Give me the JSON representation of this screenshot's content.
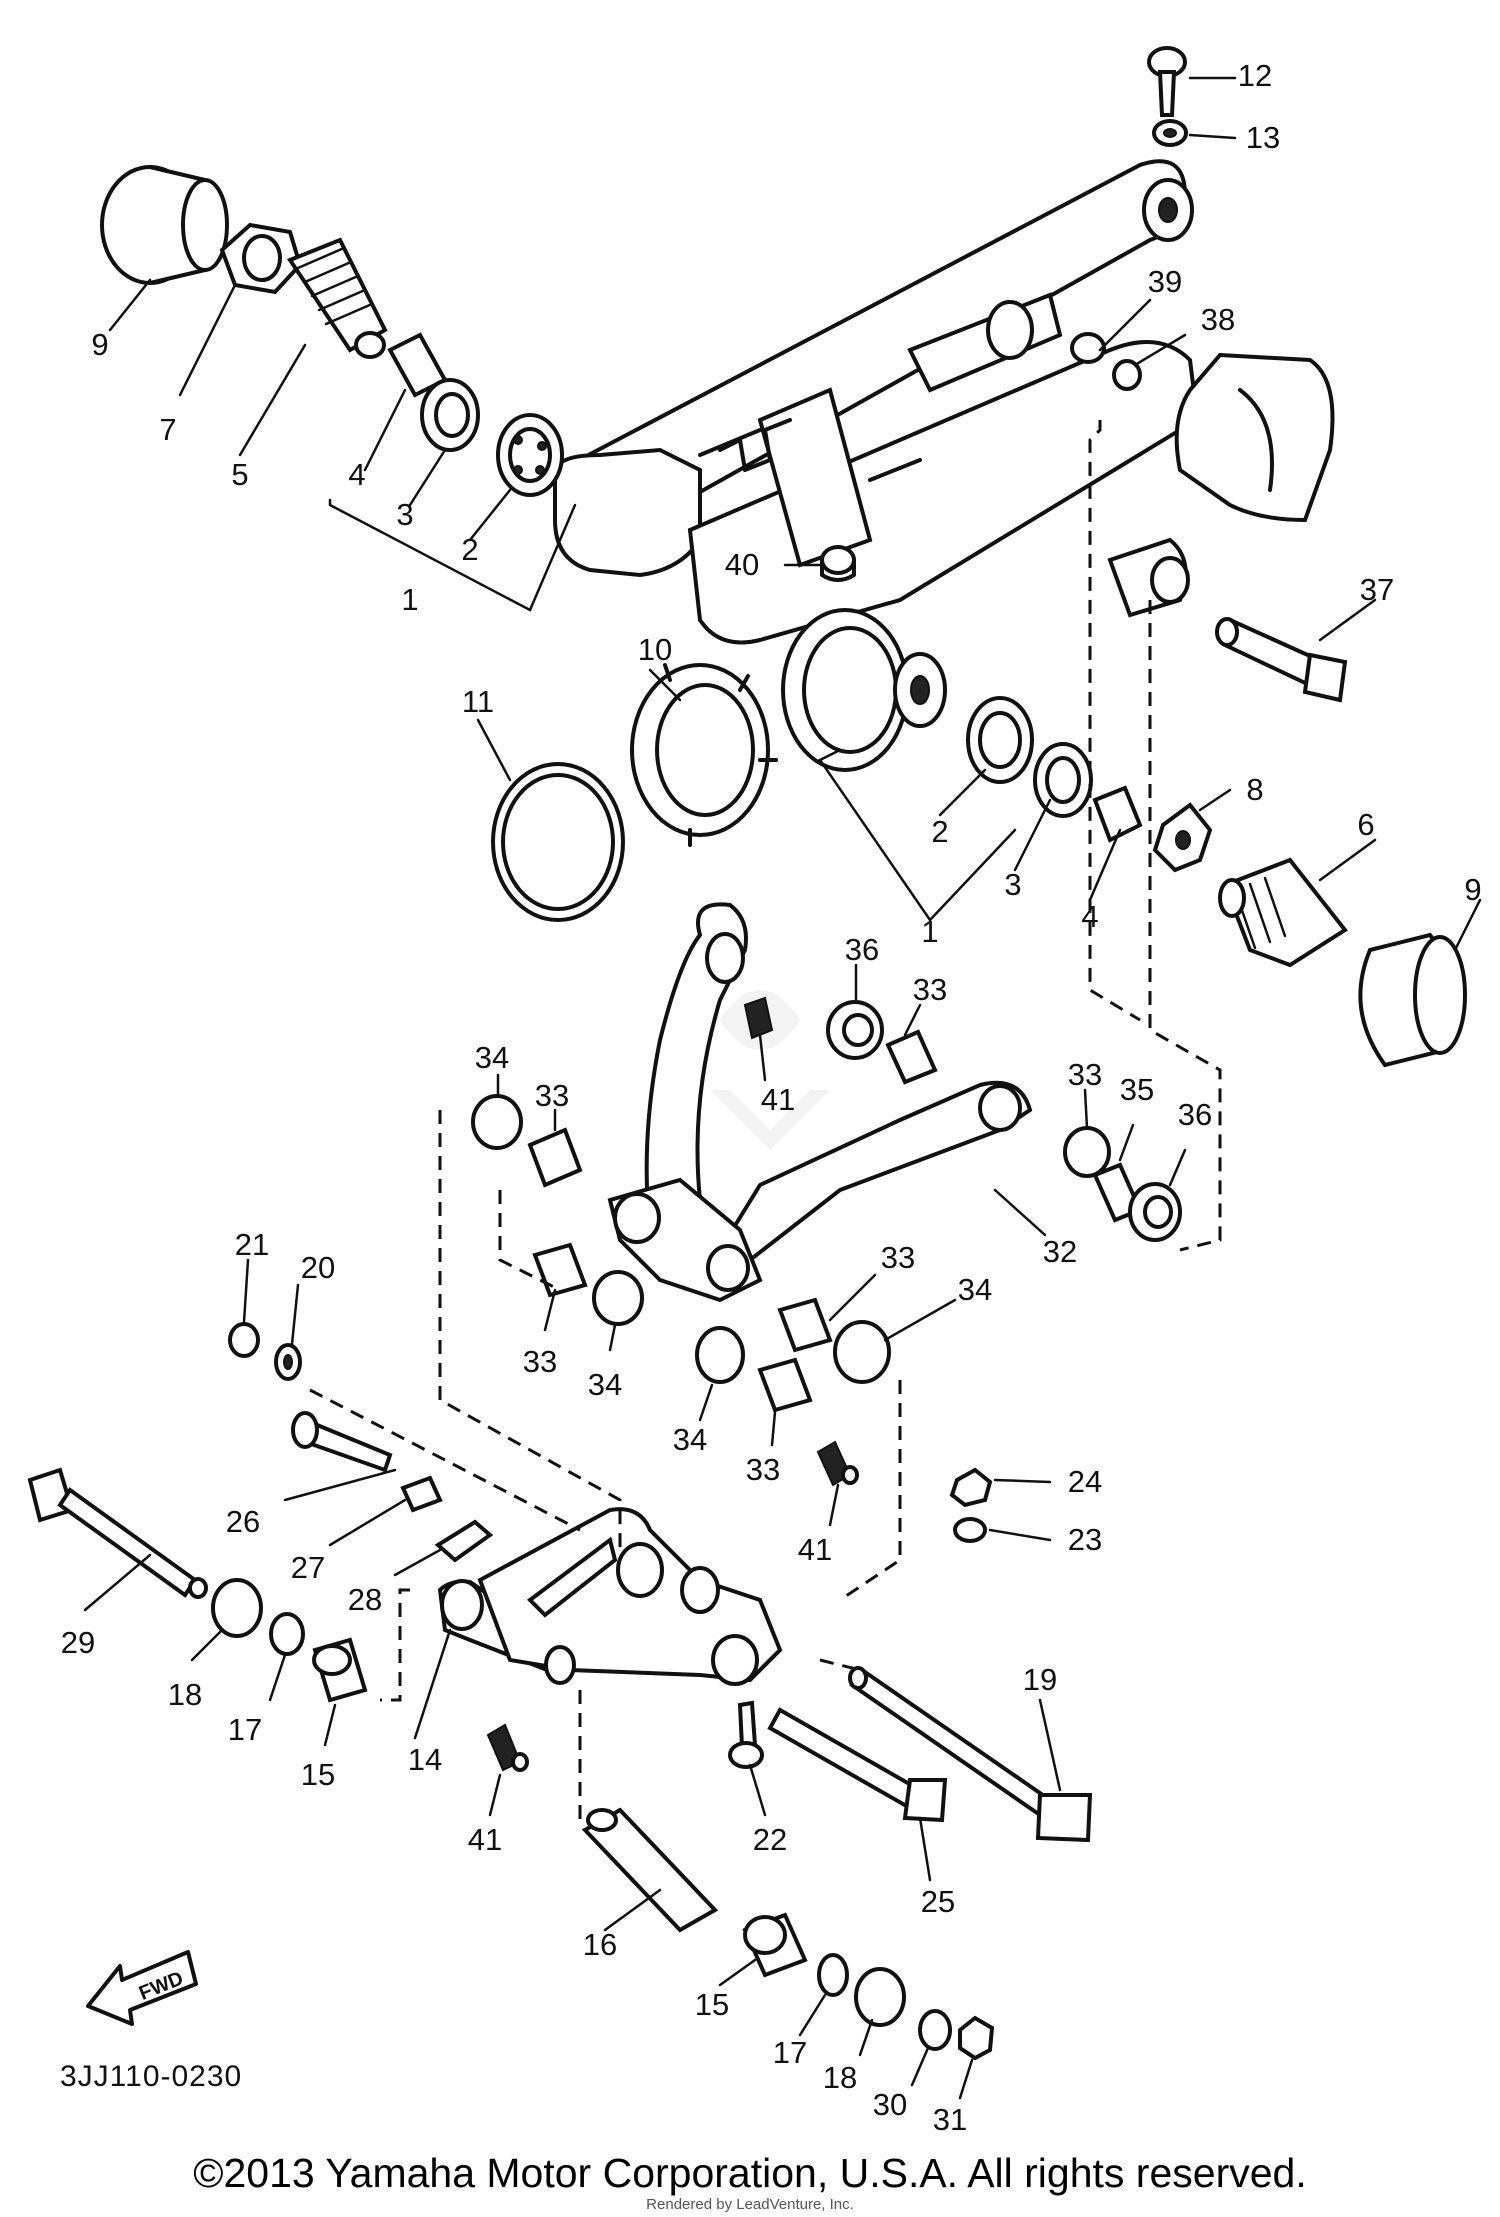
{
  "diagram": {
    "code": "3JJ110-0230",
    "copyright": "©2013 Yamaha Motor Corporation, U.S.A. All rights reserved.",
    "render_credit": "Rendered by LeadVenture, Inc.",
    "direction_label": "FWD",
    "callouts": [
      {
        "id": "c12",
        "label": "12"
      },
      {
        "id": "c13",
        "label": "13"
      },
      {
        "id": "c9a",
        "label": "9"
      },
      {
        "id": "c7",
        "label": "7"
      },
      {
        "id": "c5",
        "label": "5"
      },
      {
        "id": "c4a",
        "label": "4"
      },
      {
        "id": "c3a",
        "label": "3"
      },
      {
        "id": "c2a",
        "label": "2"
      },
      {
        "id": "c1a",
        "label": "1"
      },
      {
        "id": "c39",
        "label": "39"
      },
      {
        "id": "c38",
        "label": "38"
      },
      {
        "id": "c40",
        "label": "40"
      },
      {
        "id": "c37",
        "label": "37"
      },
      {
        "id": "c10",
        "label": "10"
      },
      {
        "id": "c11",
        "label": "11"
      },
      {
        "id": "c8",
        "label": "8"
      },
      {
        "id": "c6",
        "label": "6"
      },
      {
        "id": "c9b",
        "label": "9"
      },
      {
        "id": "c2b",
        "label": "2"
      },
      {
        "id": "c3b",
        "label": "3"
      },
      {
        "id": "c4b",
        "label": "4"
      },
      {
        "id": "c1b",
        "label": "1"
      },
      {
        "id": "c36a",
        "label": "36"
      },
      {
        "id": "c33a",
        "label": "33"
      },
      {
        "id": "c34a",
        "label": "34"
      },
      {
        "id": "c33b",
        "label": "33"
      },
      {
        "id": "c41a",
        "label": "41"
      },
      {
        "id": "c33c",
        "label": "33"
      },
      {
        "id": "c35",
        "label": "35"
      },
      {
        "id": "c36b",
        "label": "36"
      },
      {
        "id": "c32",
        "label": "32"
      },
      {
        "id": "c21",
        "label": "21"
      },
      {
        "id": "c20",
        "label": "20"
      },
      {
        "id": "c33d",
        "label": "33"
      },
      {
        "id": "c34b",
        "label": "34"
      },
      {
        "id": "c33e",
        "label": "33"
      },
      {
        "id": "c34c",
        "label": "34"
      },
      {
        "id": "c34d",
        "label": "34"
      },
      {
        "id": "c33f",
        "label": "33"
      },
      {
        "id": "c26",
        "label": "26"
      },
      {
        "id": "c27",
        "label": "27"
      },
      {
        "id": "c28",
        "label": "28"
      },
      {
        "id": "c41b",
        "label": "41"
      },
      {
        "id": "c24",
        "label": "24"
      },
      {
        "id": "c23",
        "label": "23"
      },
      {
        "id": "c29",
        "label": "29"
      },
      {
        "id": "c18a",
        "label": "18"
      },
      {
        "id": "c17a",
        "label": "17"
      },
      {
        "id": "c15a",
        "label": "15"
      },
      {
        "id": "c14",
        "label": "14"
      },
      {
        "id": "c19",
        "label": "19"
      },
      {
        "id": "c22",
        "label": "22"
      },
      {
        "id": "c41c",
        "label": "41"
      },
      {
        "id": "c25",
        "label": "25"
      },
      {
        "id": "c16",
        "label": "16"
      },
      {
        "id": "c15b",
        "label": "15"
      },
      {
        "id": "c17b",
        "label": "17"
      },
      {
        "id": "c18b",
        "label": "18"
      },
      {
        "id": "c30",
        "label": "30"
      },
      {
        "id": "c31",
        "label": "31"
      }
    ]
  }
}
